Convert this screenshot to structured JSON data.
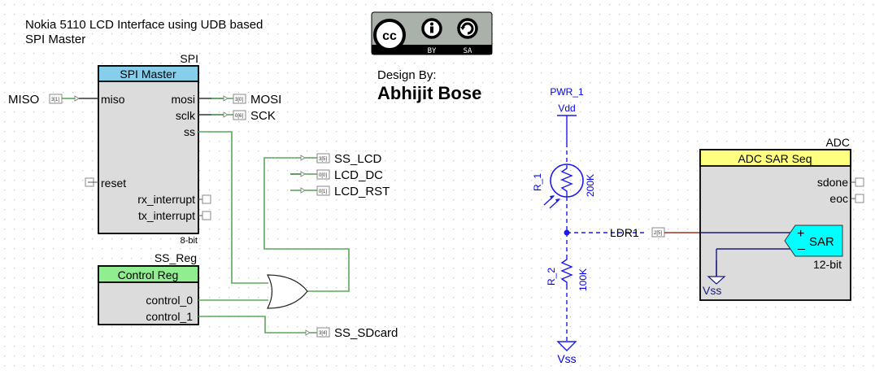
{
  "title": {
    "line1": "Nokia 5110 LCD Interface using UDB based",
    "line2": "SPI Master"
  },
  "license": {
    "cc": "cc",
    "by": "BY",
    "sa": "SA"
  },
  "credit": {
    "label": "Design By:",
    "name": "Abhijit Bose"
  },
  "spi": {
    "instance": "SPI",
    "header": "SPI Master",
    "header_color": "#87ceeb",
    "pins_left": [
      "miso",
      "reset"
    ],
    "pins_right": [
      "mosi",
      "sclk",
      "ss",
      "rx_interrupt",
      "tx_interrupt"
    ],
    "footer": "8-bit"
  },
  "ports": {
    "miso": {
      "name": "MISO",
      "pin": "3[1]"
    },
    "mosi": {
      "name": "MOSI",
      "pin": "3[0]"
    },
    "sck": {
      "name": "SCK",
      "pin": "0[6]"
    },
    "ss_lcd": {
      "name": "SS_LCD",
      "pin": "3[5]"
    },
    "lcd_dc": {
      "name": "LCD_DC",
      "pin": "0[0]"
    },
    "lcd_rst": {
      "name": "LCD_RST",
      "pin": "0[1]"
    },
    "ss_sdcard": {
      "name": "SS_SDcard",
      "pin": "3[4]"
    },
    "ldr1": {
      "name": "LDR1",
      "pin": "2[5]"
    }
  },
  "ssreg": {
    "instance": "SS_Reg",
    "header": "Control Reg",
    "header_color": "#90ee90",
    "pins": [
      "control_0",
      "control_1"
    ]
  },
  "power": {
    "pwr_name": "PWR_1",
    "vdd": "Vdd",
    "vss": "Vss"
  },
  "r1": {
    "name": "R_1",
    "value": "200K"
  },
  "r2": {
    "name": "R_2",
    "value": "100K"
  },
  "adc": {
    "instance": "ADC",
    "header": "ADC SAR Seq",
    "header_color": "#ffff80",
    "pins": [
      "sdone",
      "eoc"
    ],
    "sar_label": "SAR",
    "sar_plus": "+",
    "sar_minus": "_",
    "resolution": "12-bit",
    "vss": "Vss"
  }
}
